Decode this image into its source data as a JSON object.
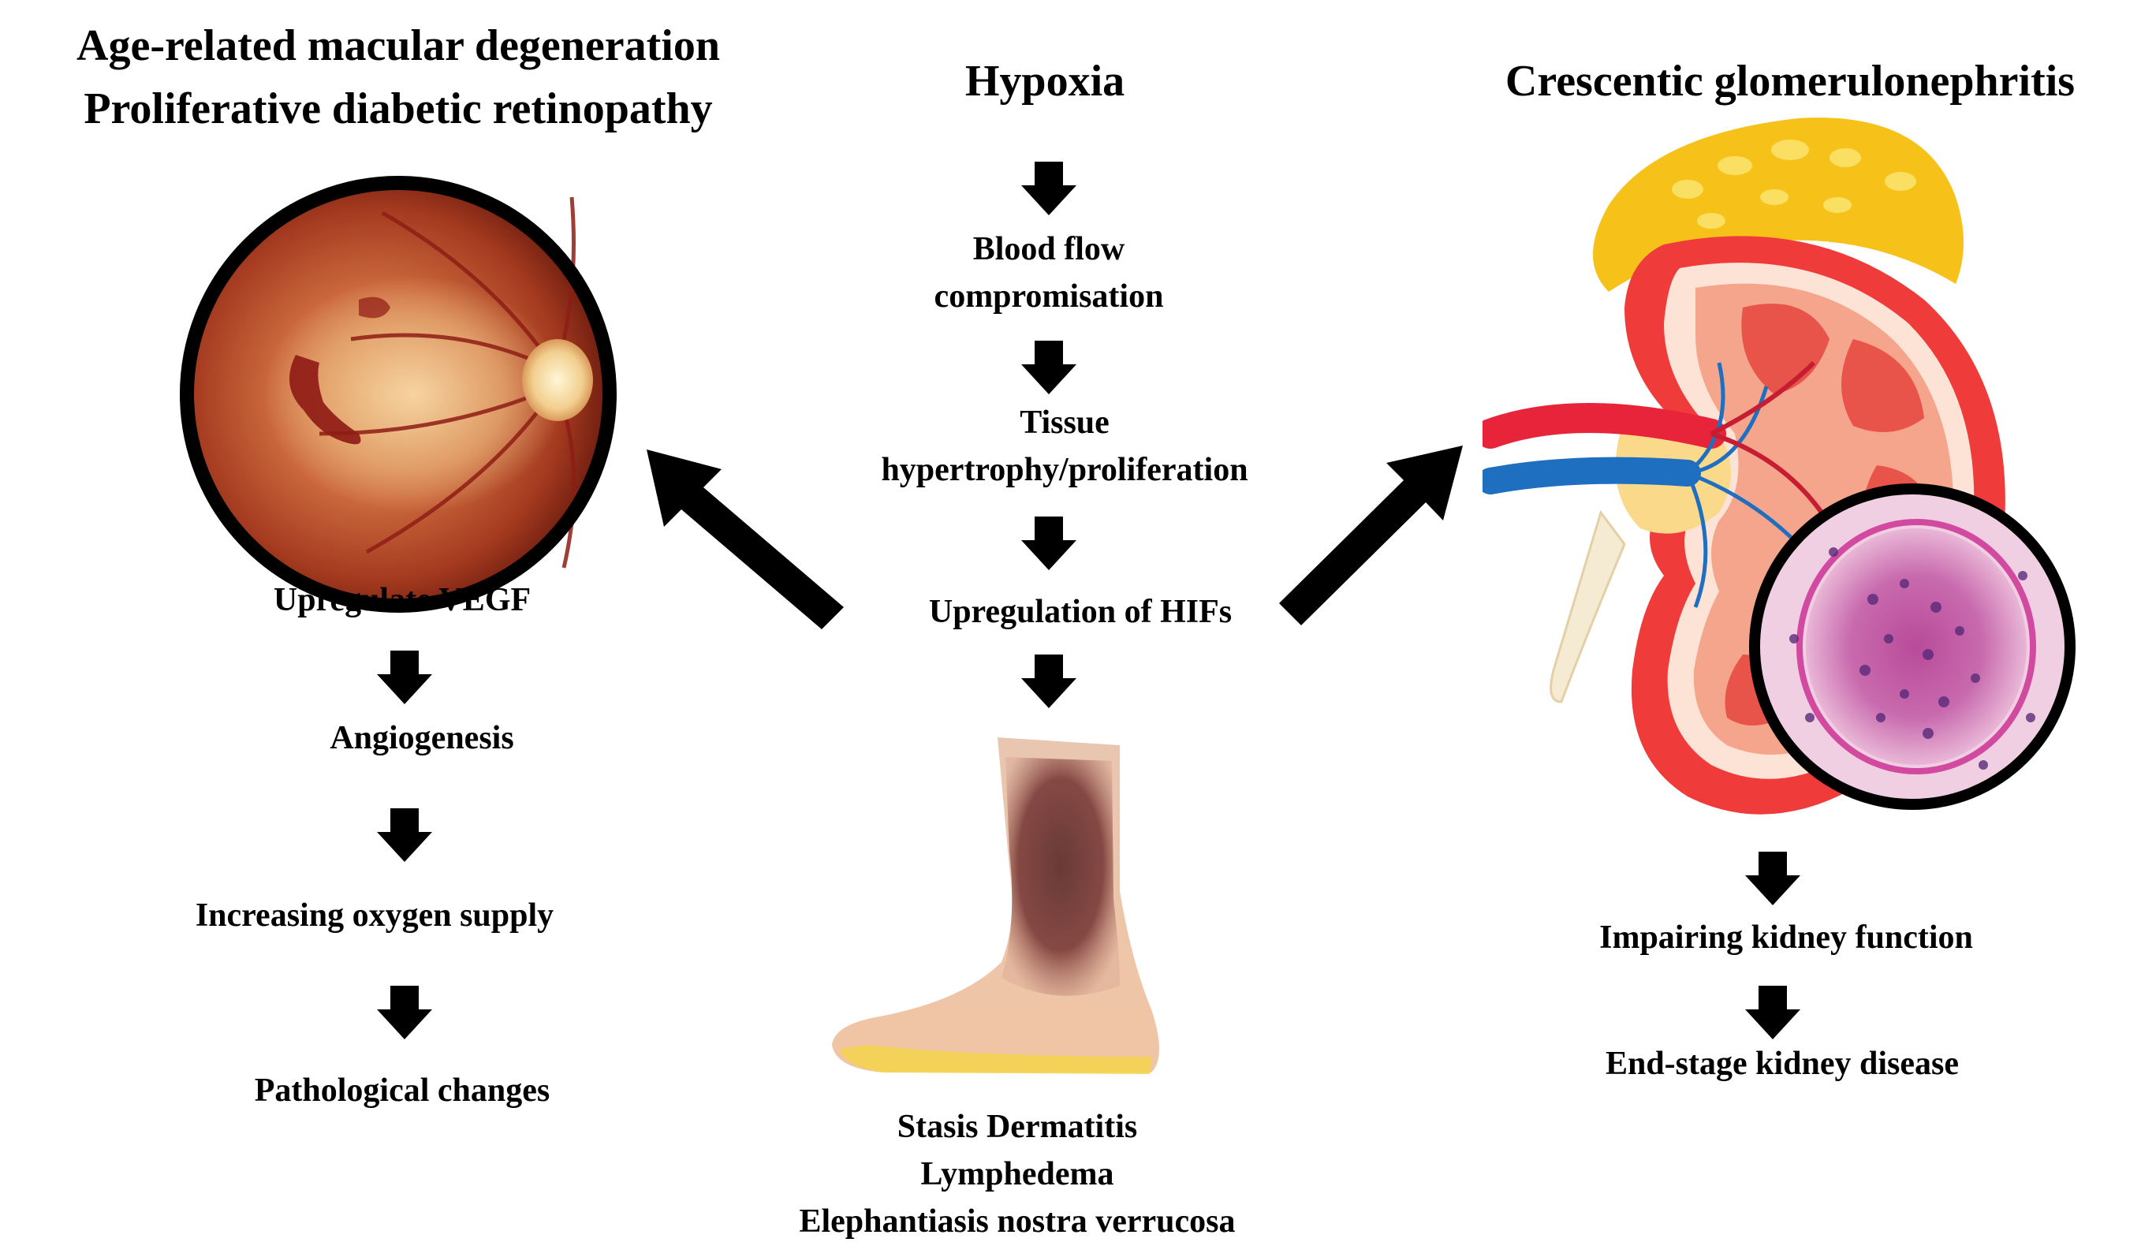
{
  "left": {
    "title_line1": "Age-related macular degeneration",
    "title_line2": "Proliferative diabetic retinopathy",
    "steps": [
      "Upregulate VEGF",
      "Angiogenesis",
      "Increasing oxygen supply",
      "Pathological changes"
    ]
  },
  "center": {
    "title": "Hypoxia",
    "steps": [
      "Blood flow",
      "compromisation",
      "Tissue",
      "hypertrophy/proliferation",
      "Upregulation of HIFs"
    ],
    "outcomes": [
      "Stasis Dermatitis",
      "Lymphedema",
      "Elephantiasis nostra verrucosa"
    ]
  },
  "right": {
    "title": "Crescentic glomerulonephritis",
    "steps": [
      "Impairing kidney function",
      "End-stage kidney disease"
    ]
  },
  "colors": {
    "retina": "#b8452a",
    "kidney": "#e8433f",
    "fat": "#f6c21a",
    "vein": "#1e6fc0",
    "tissue": "#c85aa0"
  },
  "icons": [
    "retina-fundus-image",
    "kidney-illustration",
    "glomerulus-histology",
    "foot-illustration",
    "down-arrow-icon",
    "diagonal-arrow-icon"
  ]
}
